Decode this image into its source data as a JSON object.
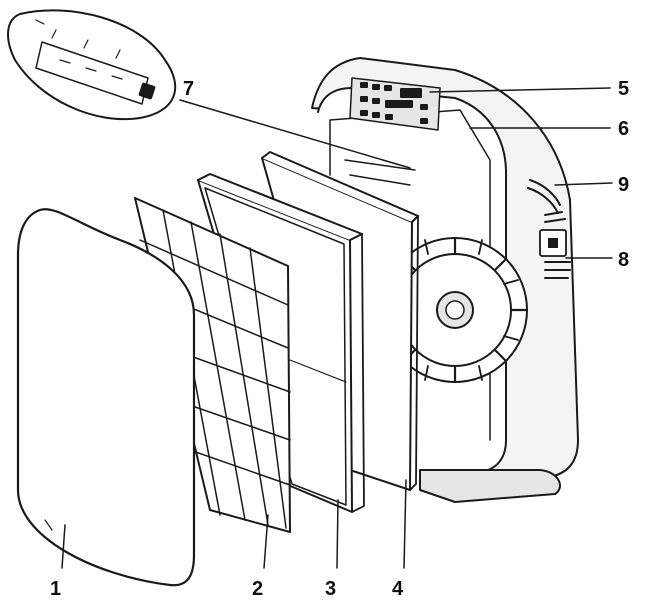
{
  "callouts": [
    {
      "id": "part-1",
      "label": "1"
    },
    {
      "id": "part-2",
      "label": "2"
    },
    {
      "id": "part-3",
      "label": "3"
    },
    {
      "id": "part-4",
      "label": "4"
    },
    {
      "id": "part-5",
      "label": "5"
    },
    {
      "id": "part-6",
      "label": "6"
    },
    {
      "id": "part-7",
      "label": "7"
    },
    {
      "id": "part-8",
      "label": "8"
    },
    {
      "id": "part-9",
      "label": "9"
    }
  ],
  "colors": {
    "line": "#1a1a1a",
    "panel_fill": "#ffffff",
    "shading": "#e6e6e6"
  }
}
